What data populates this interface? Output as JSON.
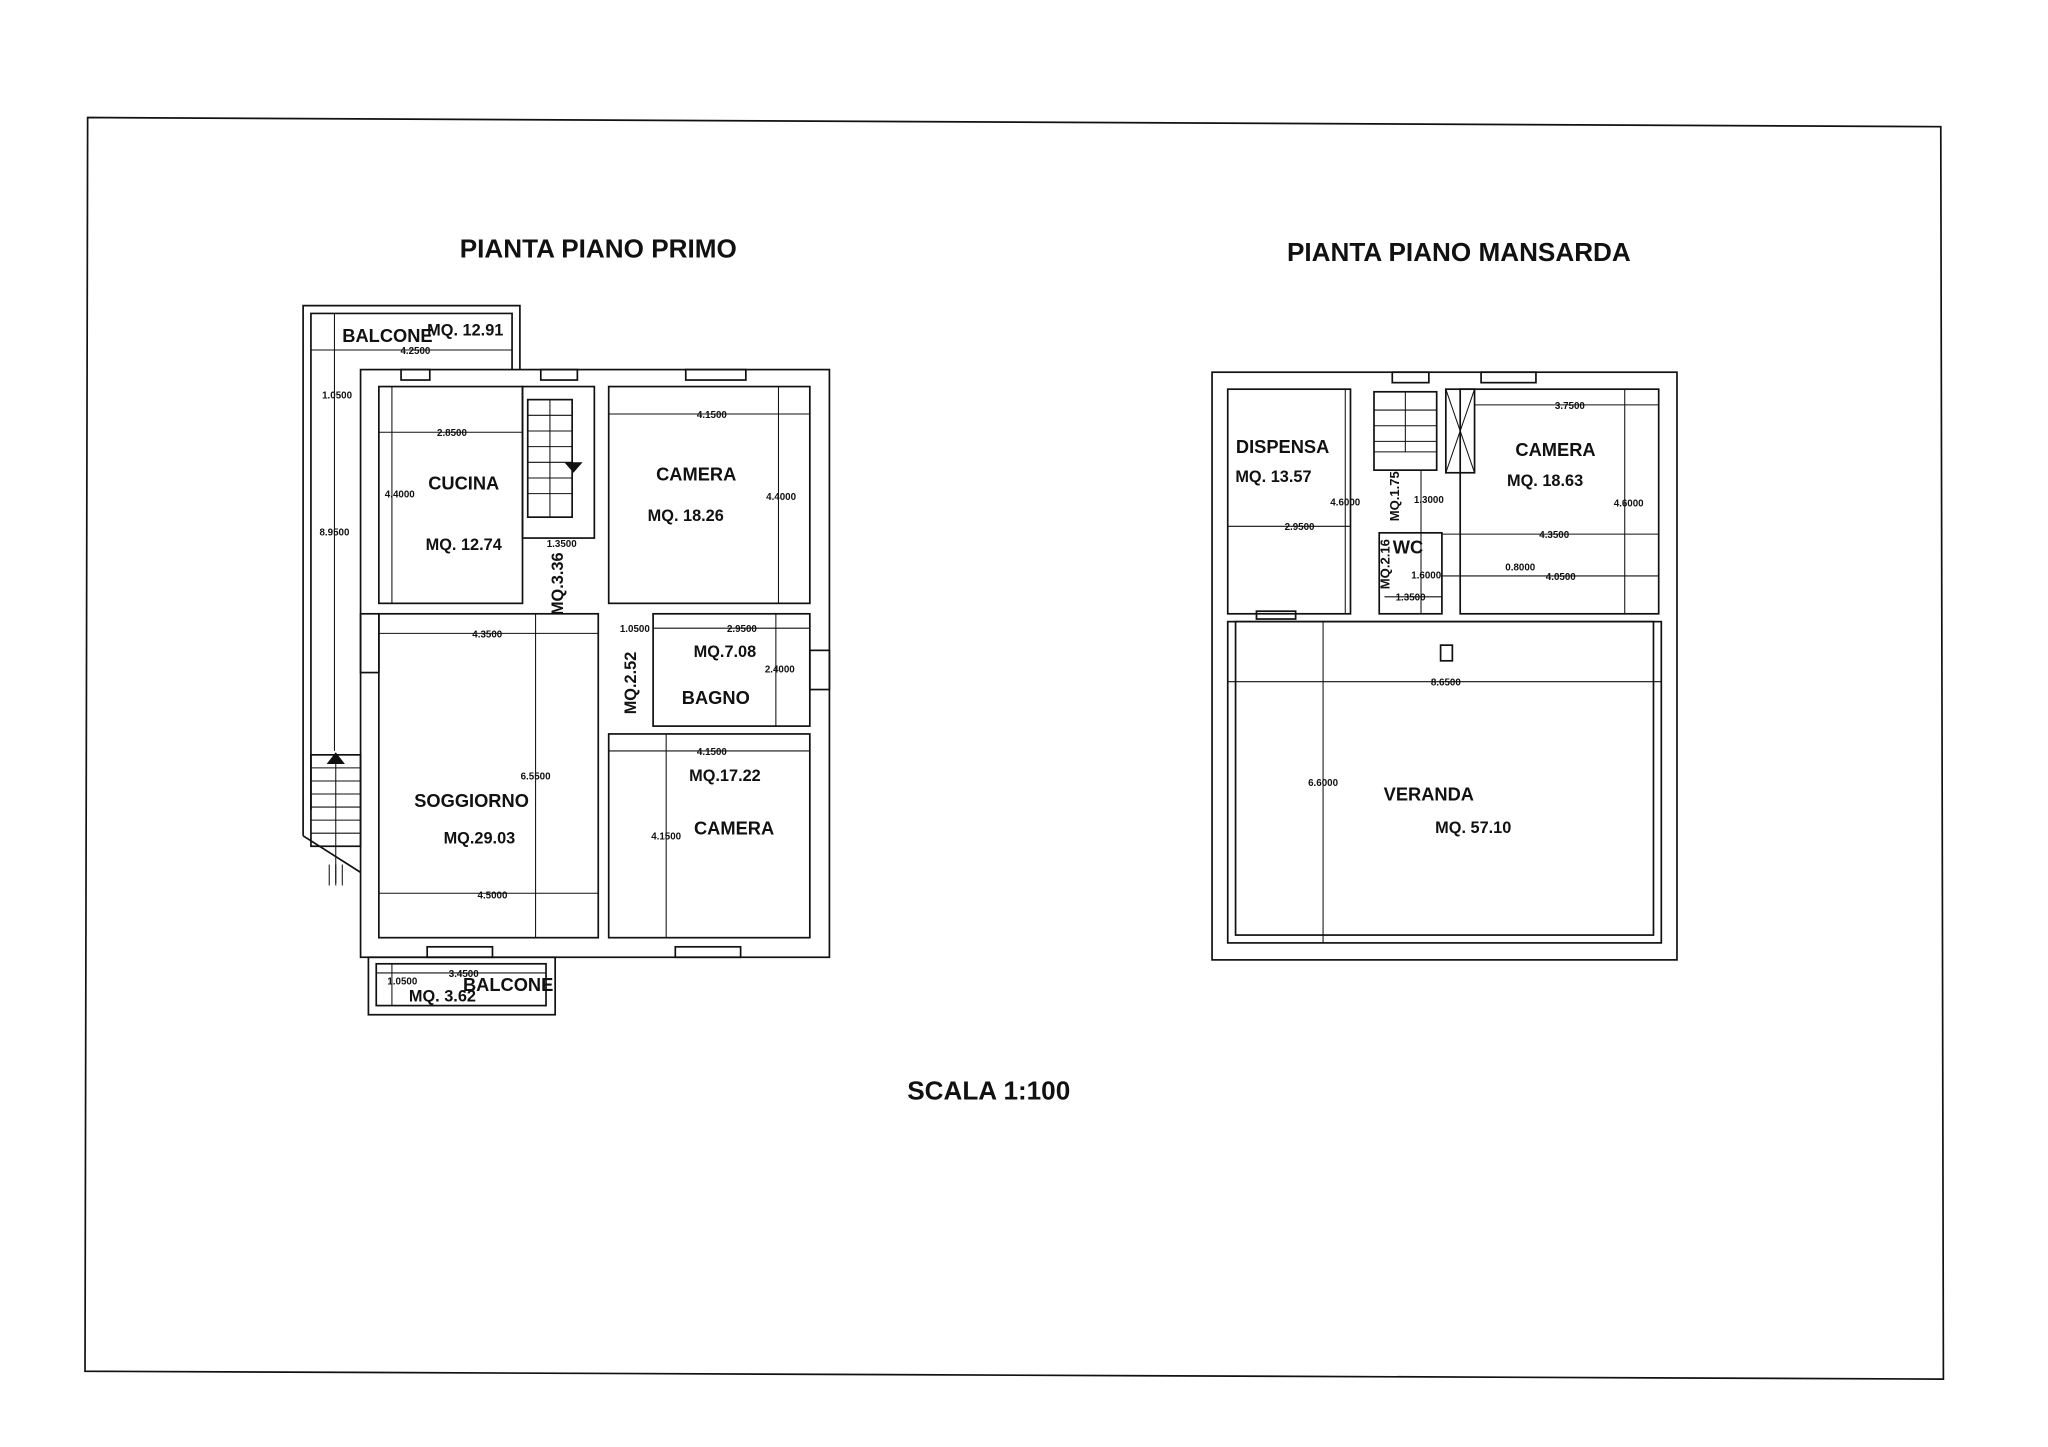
{
  "sheet": {
    "scale_label": "SCALA 1:100"
  },
  "primo": {
    "title": "PIANTA PIANO PRIMO",
    "balcone_top": {
      "label": "BALCONE",
      "area": "MQ. 12.91",
      "dim_width": "4.2500"
    },
    "dims_left": {
      "depth": "1.0500",
      "height": "8.9500"
    },
    "cucina": {
      "label": "CUCINA",
      "area": "MQ. 12.74",
      "dim_width": "2.8500",
      "dim_height": "4.4000"
    },
    "disimpegno": {
      "area": "MQ.3.36",
      "dim_width": "1.3500"
    },
    "camera1": {
      "label": "CAMERA",
      "area": "MQ. 18.26",
      "dim_width": "4.1500",
      "dim_height": "4.4000"
    },
    "corridoio": {
      "area": "MQ.2.52",
      "dim_width": "1.0500"
    },
    "bagno": {
      "label": "BAGNO",
      "area": "MQ.7.08",
      "dim_width": "2.9500",
      "dim_height": "2.4000"
    },
    "soggiorno": {
      "label": "SOGGIORNO",
      "area": "MQ.29.03",
      "dim_width_top": "4.3500",
      "dim_width_bottom": "4.5000",
      "dim_height": "6.5500"
    },
    "camera2": {
      "label": "CAMERA",
      "area": "MQ.17.22",
      "dim_width": "4.1500",
      "dim_height": "4.1500"
    },
    "balcone_bottom": {
      "label": "BALCONE",
      "area": "MQ. 3.62",
      "dim_width": "3.4500",
      "dim_depth": "1.0500"
    }
  },
  "mansarda": {
    "title": "PIANTA PIANO MANSARDA",
    "dispensa": {
      "label": "DISPENSA",
      "area": "MQ. 13.57",
      "dim_width": "2.9500",
      "dim_height": "4.6000"
    },
    "disimpegno": {
      "area": "MQ.1.75",
      "dim_height": "1.3000"
    },
    "camera": {
      "label": "CAMERA",
      "area": "MQ. 18.63",
      "dim_width_top": "3.7500",
      "dim_width_mid": "4.3500",
      "dim_width_low": "4.0500",
      "dim_offset": "0.8000",
      "dim_height": "4.6000"
    },
    "wc": {
      "label": "WC",
      "area": "MQ.2.16",
      "dim_width": "1.3500",
      "dim_height": "1.6000"
    },
    "veranda": {
      "label": "VERANDA",
      "area": "MQ. 57.10",
      "dim_width": "8.6500",
      "dim_height": "6.6000"
    }
  }
}
